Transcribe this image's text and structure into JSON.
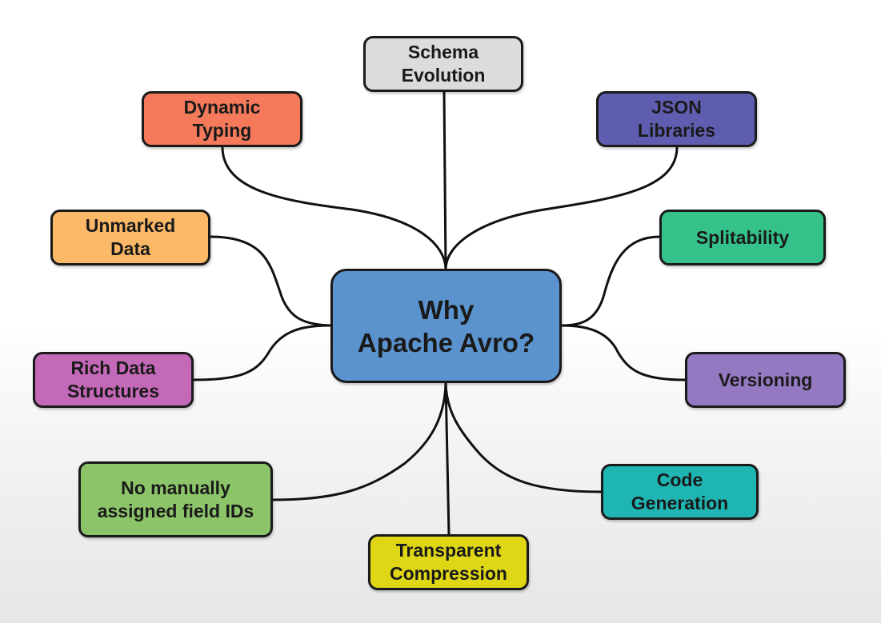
{
  "center": {
    "label": "Why\nApache Avro?",
    "color": "#5b93cf"
  },
  "topics": {
    "schema_evolution": {
      "label": "Schema\nEvolution",
      "color": "#dcdcdc"
    },
    "dynamic_typing": {
      "label": "Dynamic\nTyping",
      "color": "#f57a5b"
    },
    "json_libraries": {
      "label": "JSON\nLibraries",
      "color": "#5f5db0"
    },
    "unmarked_data": {
      "label": "Unmarked\nData",
      "color": "#fbb968"
    },
    "splitability": {
      "label": "Splitability",
      "color": "#35c28a"
    },
    "rich_data_structures": {
      "label": "Rich Data\nStructures",
      "color": "#c469b8"
    },
    "versioning": {
      "label": "Versioning",
      "color": "#9478c2"
    },
    "no_manual_ids": {
      "label": "No manually\nassigned field IDs",
      "color": "#8cc46a"
    },
    "code_generation": {
      "label": "Code\nGeneration",
      "color": "#1fb5b3"
    },
    "transparent_compression": {
      "label": "Transparent\nCompression",
      "color": "#dfd716"
    }
  },
  "connector_color": "#111111"
}
